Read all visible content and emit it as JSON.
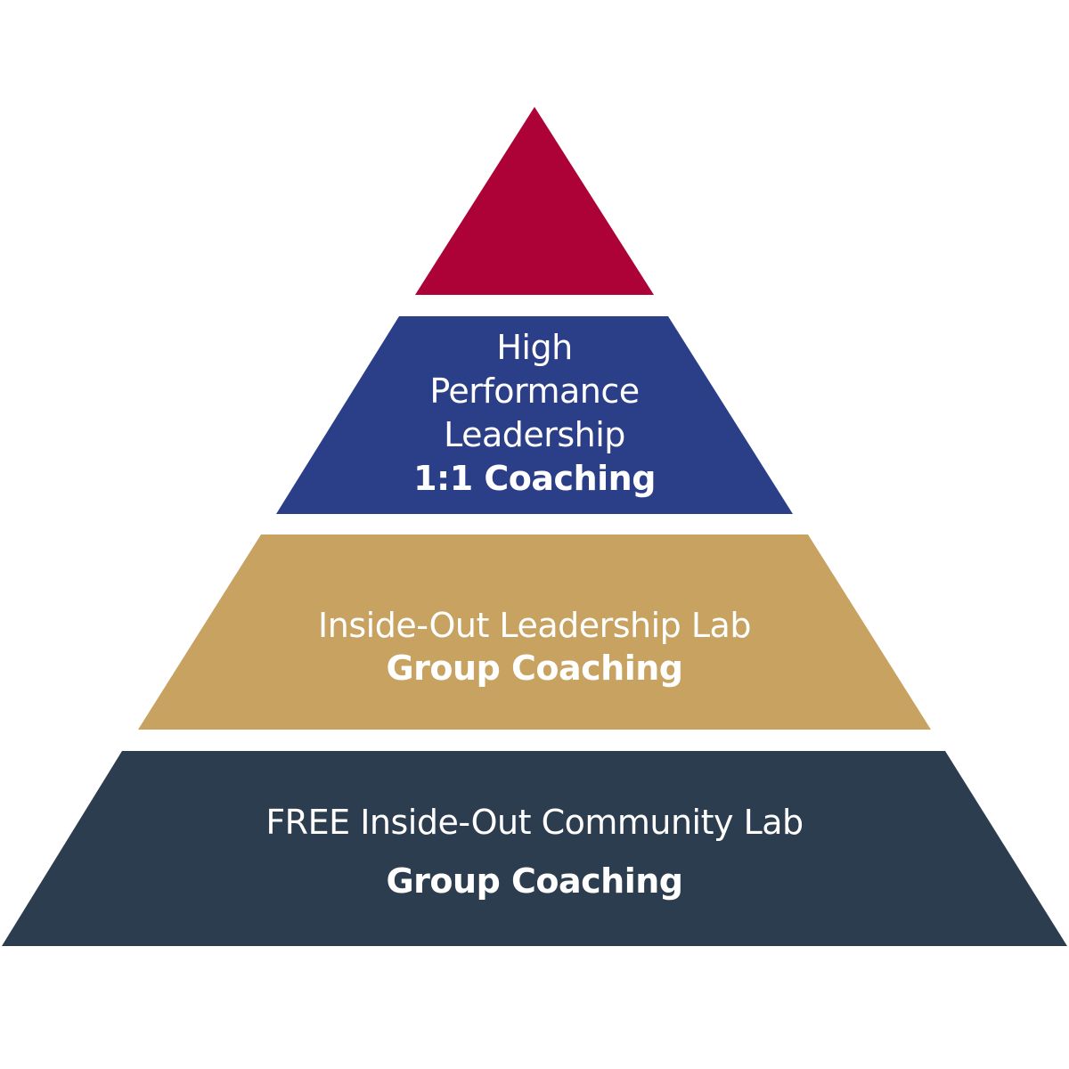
{
  "colors": {
    "top": "#ac0237",
    "second": "#2b3e88",
    "third": "#c7a261",
    "base": "#2d3d50",
    "text": "#ffffff"
  },
  "tiers": [
    {
      "lines": []
    },
    {
      "lines": [
        "High",
        "Performance",
        "Leadership"
      ],
      "emphasis": "1:1 Coaching"
    },
    {
      "lines": [
        "Inside-Out Leadership Lab"
      ],
      "emphasis": "Group Coaching"
    },
    {
      "lines": [
        "FREE Inside-Out Community Lab"
      ],
      "emphasis": "Group Coaching"
    }
  ]
}
